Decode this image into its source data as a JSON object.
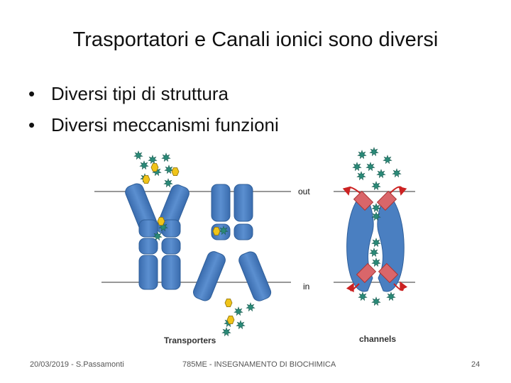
{
  "slide": {
    "title": "Trasportatori e Canali ionici sono diversi",
    "bullets": [
      "Diversi tipi di struttura",
      "Diversi meccanismi funzioni"
    ]
  },
  "figure": {
    "label_out": "out",
    "label_in": "in",
    "label_transporters": "Transporters",
    "label_channels": "channels",
    "colors": {
      "helix": "#4a7fc1",
      "helix_edge": "#2f5f9a",
      "helix_top": "#8fb3e0",
      "ion_star": "#2a8a78",
      "ion_hex": "#f0c419",
      "gate": "#d9666a",
      "arrow": "#cc2222",
      "membrane": "#666666"
    }
  },
  "footer": {
    "date_author": "20/03/2019 - S.Passamonti",
    "course": "785ME - INSEGNAMENTO DI BIOCHIMICA",
    "page": "24"
  }
}
